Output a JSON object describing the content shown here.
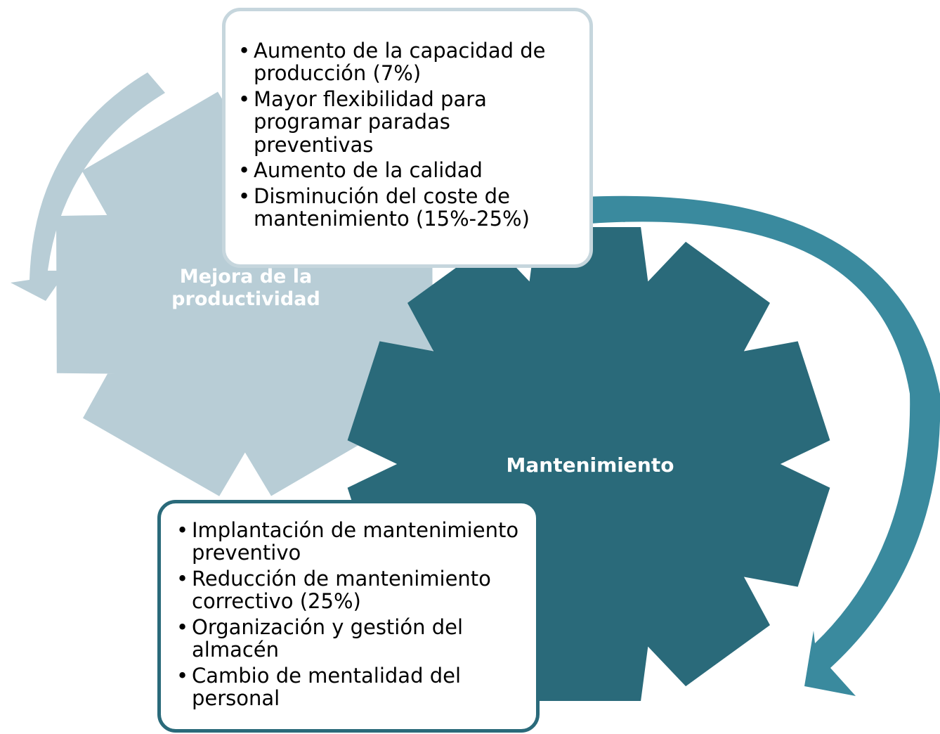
{
  "gears": {
    "productivity": {
      "label": "Mejora de la productividad",
      "color": "#b8cdd6"
    },
    "maintenance": {
      "label": "Mantenimiento",
      "color": "#2a6a7a"
    }
  },
  "arrows": {
    "left_color": "#b8cdd6",
    "right_color": "#3a8a9e"
  },
  "callouts": {
    "top": {
      "items": [
        "Aumento de la capacidad de producción (7%)",
        "Mayor flexibilidad para programar paradas preventivas",
        "Aumento de la calidad",
        "Disminución del coste de mantenimiento (15%-25%)"
      ]
    },
    "bottom": {
      "items": [
        "Implantación de mantenimiento preventivo",
        "Reducción de mantenimiento correctivo (25%)",
        "Organización y gestión del almacén",
        "Cambio de mentalidad del personal"
      ]
    }
  }
}
